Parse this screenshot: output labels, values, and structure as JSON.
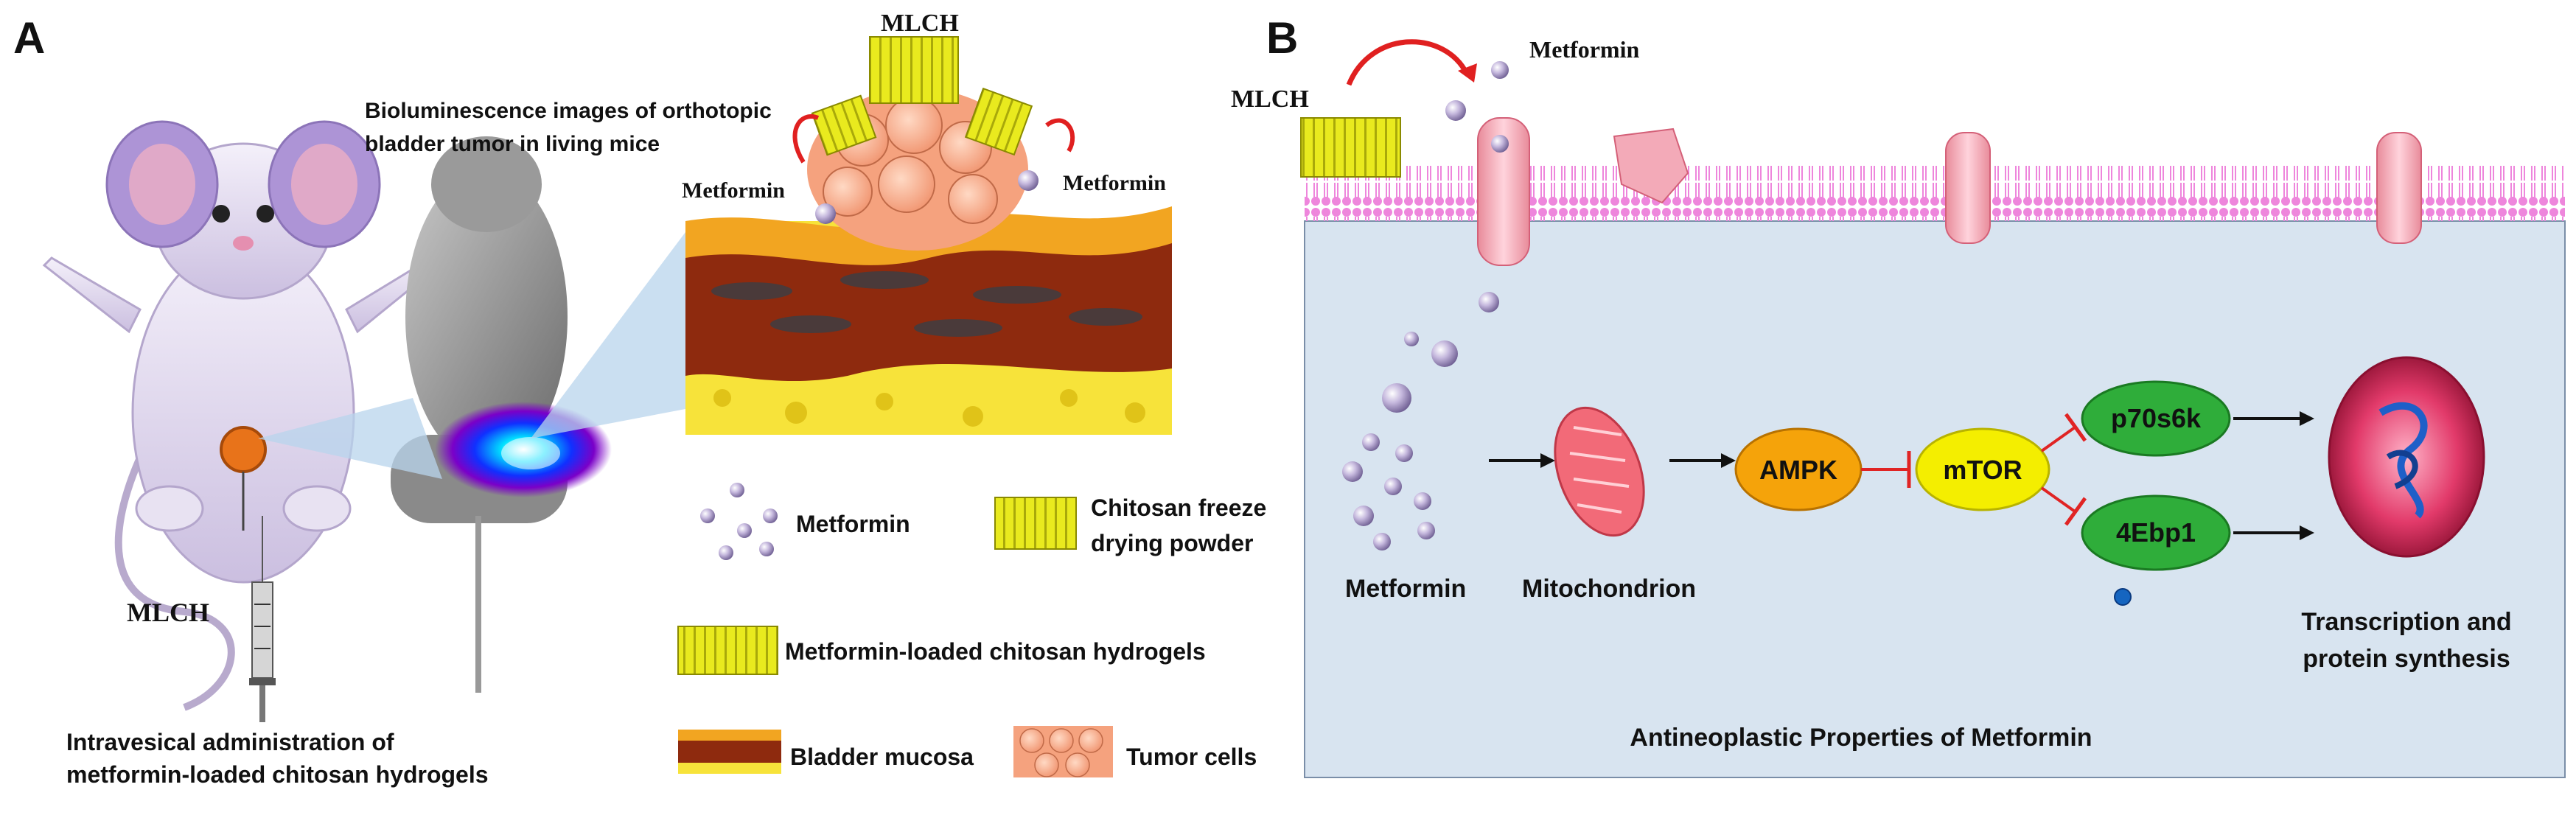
{
  "panel_a": {
    "letter": "A",
    "mlch_top": "MLCH",
    "bioluminescence_title_1": "Bioluminescence images of orthotopic",
    "bioluminescence_title_2": "bladder tumor in living mice",
    "metformin_left": "Metformin",
    "metformin_right": "Metformin",
    "mlch_syringe": "MLCH",
    "admin_caption_1": "Intravesical administration of",
    "admin_caption_2": "metformin-loaded chitosan hydrogels",
    "legend": {
      "metformin": "Metformin",
      "chitosan_1": "Chitosan freeze",
      "chitosan_2": "drying powder",
      "mlch": "Metformin-loaded chitosan hydrogels",
      "mucosa": "Bladder mucosa",
      "tumor": "Tumor cells"
    }
  },
  "panel_b": {
    "letter": "B",
    "mlch": "MLCH",
    "metformin_top": "Metformin",
    "ampk": "AMPK",
    "mtor": "mTOR",
    "p70s6k": "p70s6k",
    "ebp1": "4Ebp1",
    "label_metformin": "Metformin",
    "label_mitochondrion": "Mitochondrion",
    "label_transcription_1": "Transcription and",
    "label_transcription_2": "protein synthesis",
    "footer": "Antineoplastic Properties of Metformin"
  },
  "colors": {
    "cell_bg": "#d8e4f0",
    "membrane": "#ec7fd8",
    "ampk": "#f5a30a",
    "mtor": "#f4ee00",
    "pathway_green": "#2fad3a",
    "inhibit": "#e02424",
    "metformin_sphere": "#b9a9d4",
    "hydrogel": "#e7e81a"
  }
}
